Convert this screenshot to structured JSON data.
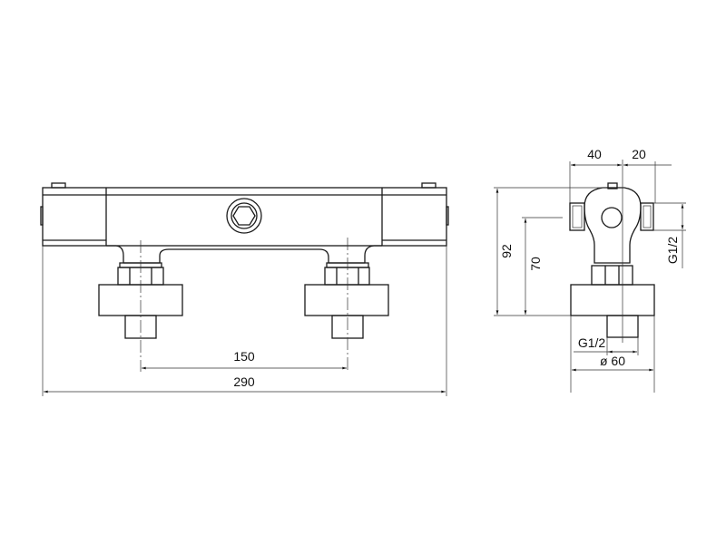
{
  "drawing": {
    "front_view": {
      "dimensions": {
        "center_distance": "150",
        "overall_length": "290"
      }
    },
    "side_view": {
      "dimensions": {
        "depth_left": "40",
        "depth_right": "20",
        "height_total": "92",
        "height_outlet": "70",
        "side_thread": "G1/2",
        "inlet_thread": "G1/2",
        "flange_diameter": "ø 60"
      }
    },
    "colors": {
      "line": "#1a1a1a",
      "background": "#ffffff"
    }
  }
}
